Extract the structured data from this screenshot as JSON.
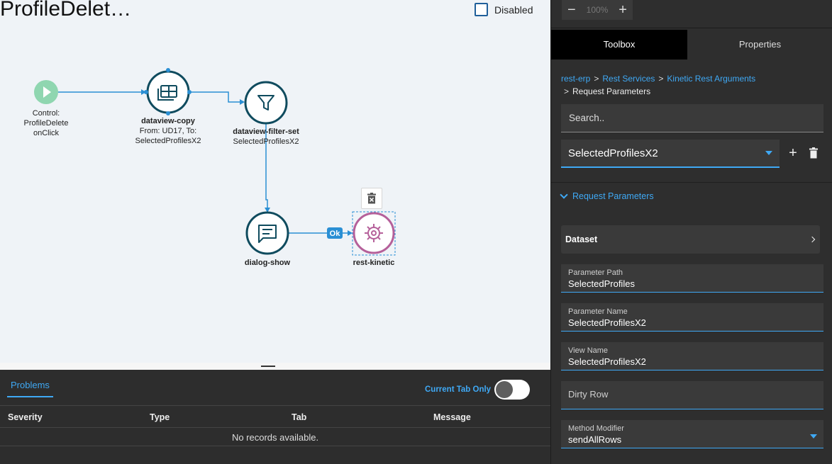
{
  "canvas": {
    "title": "ProfileDelet…",
    "disabled_label": "Disabled",
    "nodes": [
      {
        "id": "control",
        "label_lines": [
          "Control:",
          "ProfileDelete",
          "onClick"
        ]
      },
      {
        "id": "dataview-copy",
        "name": "dataview-copy",
        "sub_lines": [
          "From: UD17, To:",
          "SelectedProfilesX2"
        ]
      },
      {
        "id": "dataview-filter-set",
        "name": "dataview-filter-set",
        "sub_lines": [
          "SelectedProfilesX2"
        ]
      },
      {
        "id": "dialog-show",
        "name": "dialog-show"
      },
      {
        "id": "rest-kinetic",
        "name": "rest-kinetic"
      }
    ],
    "edge_label_ok": "Ok",
    "colors": {
      "node_border": "#0f4b5e",
      "edge": "#2a8fd4",
      "control": "#8fd6b0",
      "rest": "#b5609a"
    }
  },
  "problems": {
    "tab_label": "Problems",
    "toggle_label": "Current Tab Only",
    "columns": [
      "Severity",
      "Type",
      "Tab",
      "Message"
    ],
    "empty_text": "No records available."
  },
  "panel": {
    "zoom_minus": "−",
    "zoom_value": "100%",
    "zoom_plus": "+",
    "tabs": [
      {
        "label": "Toolbox"
      },
      {
        "label": "Properties"
      }
    ],
    "breadcrumb": {
      "items": [
        "rest-erp",
        "Rest Services",
        "Kinetic Rest Arguments"
      ],
      "sep": ">",
      "current": "Request Parameters"
    },
    "search_placeholder": "Search..",
    "dataset_select": "SelectedProfilesX2",
    "add_label": "+",
    "section_title": "Request Parameters",
    "dataset_row": "Dataset",
    "fields": [
      {
        "label": "Parameter Path",
        "value": "SelectedProfiles"
      },
      {
        "label": "Parameter Name",
        "value": "SelectedProfilesX2"
      },
      {
        "label": "View Name",
        "value": "SelectedProfilesX2"
      },
      {
        "label": "Dirty Row",
        "value": ""
      },
      {
        "label": "Method Modifier",
        "value": "sendAllRows"
      }
    ]
  }
}
